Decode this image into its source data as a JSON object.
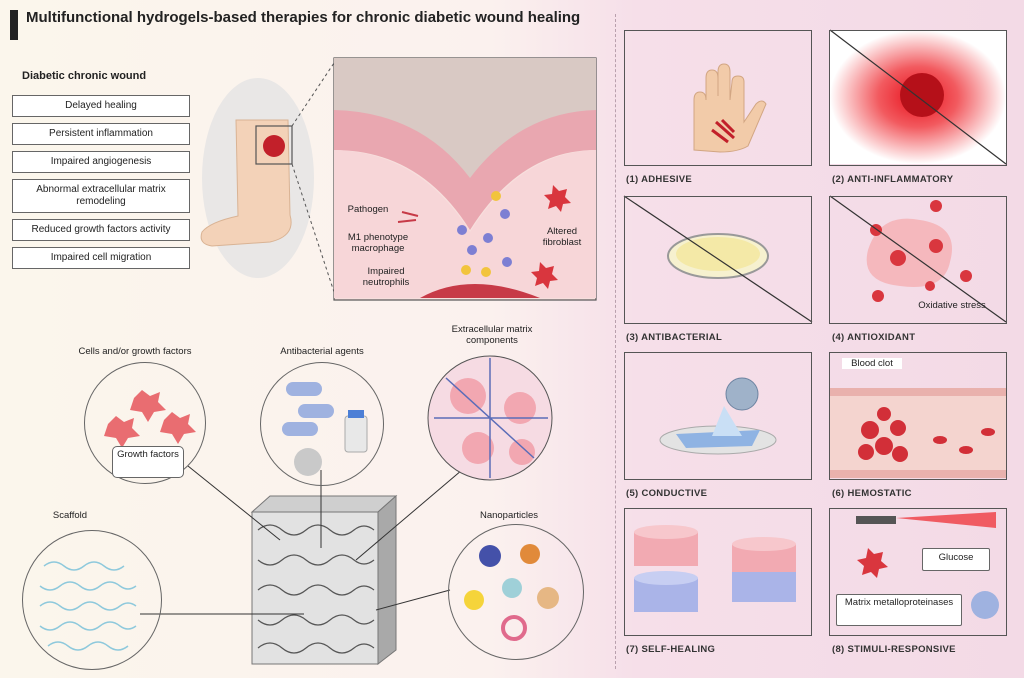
{
  "title": "Multifunctional hydrogels-based therapies for chronic diabetic wound healing",
  "wound": {
    "heading": "Diabetic chronic wound",
    "items": [
      "Delayed healing",
      "Persistent inflammation",
      "Impaired angiogenesis",
      "Abnormal extracellular matrix remodeling",
      "Reduced growth factors activity",
      "Impaired cell migration"
    ],
    "zoom_labels": {
      "pathogen": "Pathogen",
      "macrophage": "M1 phenotype macrophage",
      "neutrophils": "Impaired neutrophils",
      "fibroblast": "Altered fibroblast"
    }
  },
  "hydrogel": {
    "cells": "Cells and/or growth factors",
    "growth_factors": "Growth factors",
    "antibacterial_agents": "Antibacterial agents",
    "ecm": "Extracellular matrix components",
    "scaffold": "Scaffold",
    "nanoparticles": "Nanoparticles"
  },
  "properties": [
    {
      "label": "(1) ADHESIVE"
    },
    {
      "label": "(2) ANTI-INFLAMMATORY"
    },
    {
      "label": "(3) ANTIBACTERIAL"
    },
    {
      "label": "(4) ANTIOXIDANT"
    },
    {
      "label": "(5) CONDUCTIVE"
    },
    {
      "label": "(6) HEMOSTATIC"
    },
    {
      "label": "(7) SELF-HEALING"
    },
    {
      "label": "(8) STIMULI-RESPONSIVE"
    }
  ],
  "tile_text": {
    "oxidative_stress": "Oxidative stress",
    "blood_clot": "Blood clot",
    "glucose": "Glucose",
    "mmp": "Matrix metalloproteinases"
  },
  "colors": {
    "accent_red": "#d9363e",
    "pink": "#f3b6bd",
    "blue": "#9aa9dd",
    "tissue": "#f2b8c0"
  }
}
